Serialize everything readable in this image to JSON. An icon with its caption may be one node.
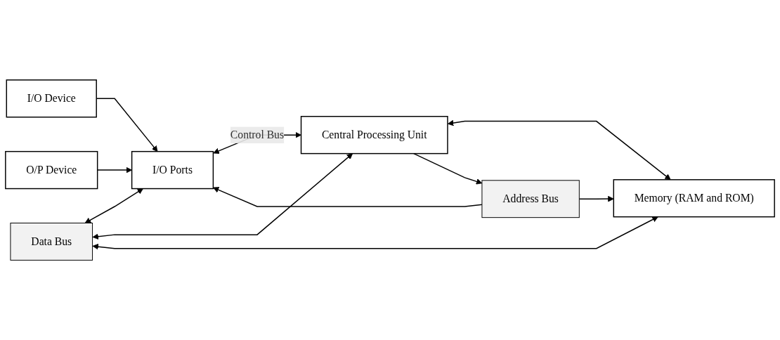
{
  "diagram": {
    "nodes": [
      {
        "text": [
          "I/O Device"
        ]
      },
      {
        "text": [
          "O/P Device"
        ]
      },
      {
        "text": [
          "I/O Ports"
        ]
      },
      {
        "text": [
          "Central Processing Unit"
        ]
      },
      {
        "text": [
          "Memory (RAM and ROM)"
        ]
      },
      {
        "text": [
          "Data Bus"
        ]
      },
      {
        "text": [
          "Address Bus"
        ]
      }
    ],
    "edges": [
      {
        "from": 0,
        "to": 2,
        "arrow": "to"
      },
      {
        "from": 1,
        "to": 2,
        "arrow": "to"
      },
      {
        "from": 2,
        "to": 3,
        "arrow": "both",
        "label": "Control Bus"
      },
      {
        "from": 3,
        "to": 4,
        "arrow": "both"
      },
      {
        "from": 5,
        "to": 2,
        "arrow": "both"
      },
      {
        "from": 5,
        "to": 3,
        "arrow": "both"
      },
      {
        "from": 5,
        "to": 4,
        "arrow": "both"
      },
      {
        "from": 3,
        "to": 6,
        "arrow": "to"
      },
      {
        "from": 6,
        "to": 2,
        "arrow": "to"
      },
      {
        "from": 6,
        "to": 4,
        "arrow": "to"
      }
    ]
  }
}
